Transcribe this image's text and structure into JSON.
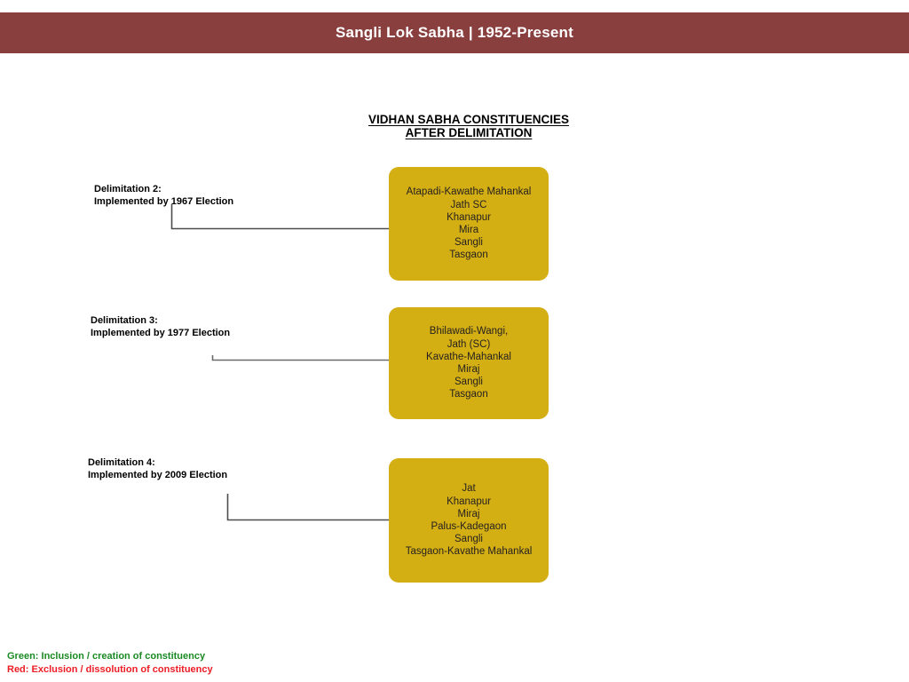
{
  "header": {
    "title": "Sangli Lok Sabha | 1952-Present",
    "bar_color": "#8a3f3f",
    "text_color": "#ffffff"
  },
  "column_heading": {
    "line1": "VIDHAN SABHA CONSTITUENCIES",
    "line2": "AFTER DELIMITATION"
  },
  "box_color": "#d4af14",
  "rows": [
    {
      "label_line1": "Delimitation 2:",
      "label_line2": "Implemented by 1967 Election",
      "constituencies": [
        "Atapadi-Kawathe Mahankal",
        "Jath SC",
        "Khanapur",
        "Mira",
        "Sangli",
        "Tasgaon"
      ]
    },
    {
      "label_line1": "Delimitation 3:",
      "label_line2": "Implemented by 1977 Election",
      "constituencies": [
        "Bhilawadi-Wangi,",
        "Jath (SC)",
        "Kavathe-Mahankal",
        "Miraj",
        "Sangli",
        "Tasgaon"
      ]
    },
    {
      "label_line1": "Delimitation 4:",
      "label_line2": "Implemented by 2009 Election",
      "constituencies": [
        "Jat",
        "Khanapur",
        "Miraj",
        "Palus-Kadegaon",
        "Sangli",
        "Tasgaon-Kavathe Mahankal"
      ]
    }
  ],
  "legend": {
    "green": "Green: Inclusion / creation of constituency",
    "red": "Red: Exclusion / dissolution of constituency",
    "green_color": "#1a8a23",
    "red_color": "#ed1c24"
  }
}
